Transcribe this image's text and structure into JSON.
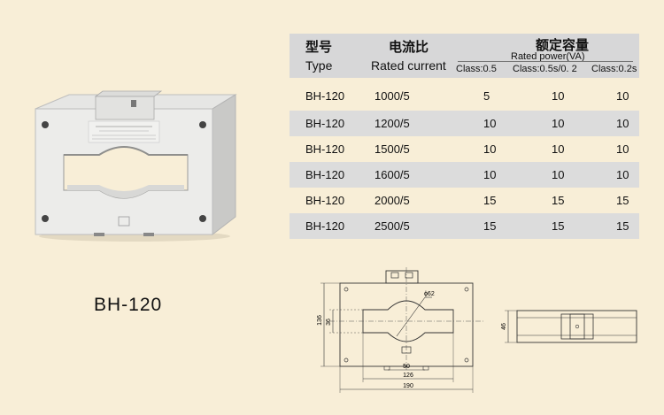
{
  "product": {
    "model_caption": "BH-120"
  },
  "spec_table": {
    "header": {
      "type_cn": "型号",
      "type_en": "Type",
      "current_cn": "电流比",
      "current_en": "Rated current",
      "power_cn": "额定容量",
      "power_en": "Rated power(VA)",
      "class_1": "Class:0.5",
      "class_2": "Class:0.5s/0. 2",
      "class_3": "Class:0.2s"
    },
    "rows": [
      {
        "type": "BH-120",
        "current": "1000/5",
        "v1": "5",
        "v2": "10",
        "v3": "10"
      },
      {
        "type": "BH-120",
        "current": "1200/5",
        "v1": "10",
        "v2": "10",
        "v3": "10"
      },
      {
        "type": "BH-120",
        "current": "1500/5",
        "v1": "10",
        "v2": "10",
        "v3": "10"
      },
      {
        "type": "BH-120",
        "current": "1600/5",
        "v1": "10",
        "v2": "10",
        "v3": "10"
      },
      {
        "type": "BH-120",
        "current": "2000/5",
        "v1": "15",
        "v2": "15",
        "v3": "15"
      },
      {
        "type": "BH-120",
        "current": "2500/5",
        "v1": "15",
        "v2": "15",
        "v3": "15"
      }
    ]
  },
  "drawing": {
    "front": {
      "dim_height": "136",
      "dim_window_h": "36",
      "dim_diameter": "ϕ62",
      "dim_50": "50",
      "dim_126": "126",
      "dim_190": "190"
    },
    "side": {
      "dim_depth": "46"
    }
  }
}
